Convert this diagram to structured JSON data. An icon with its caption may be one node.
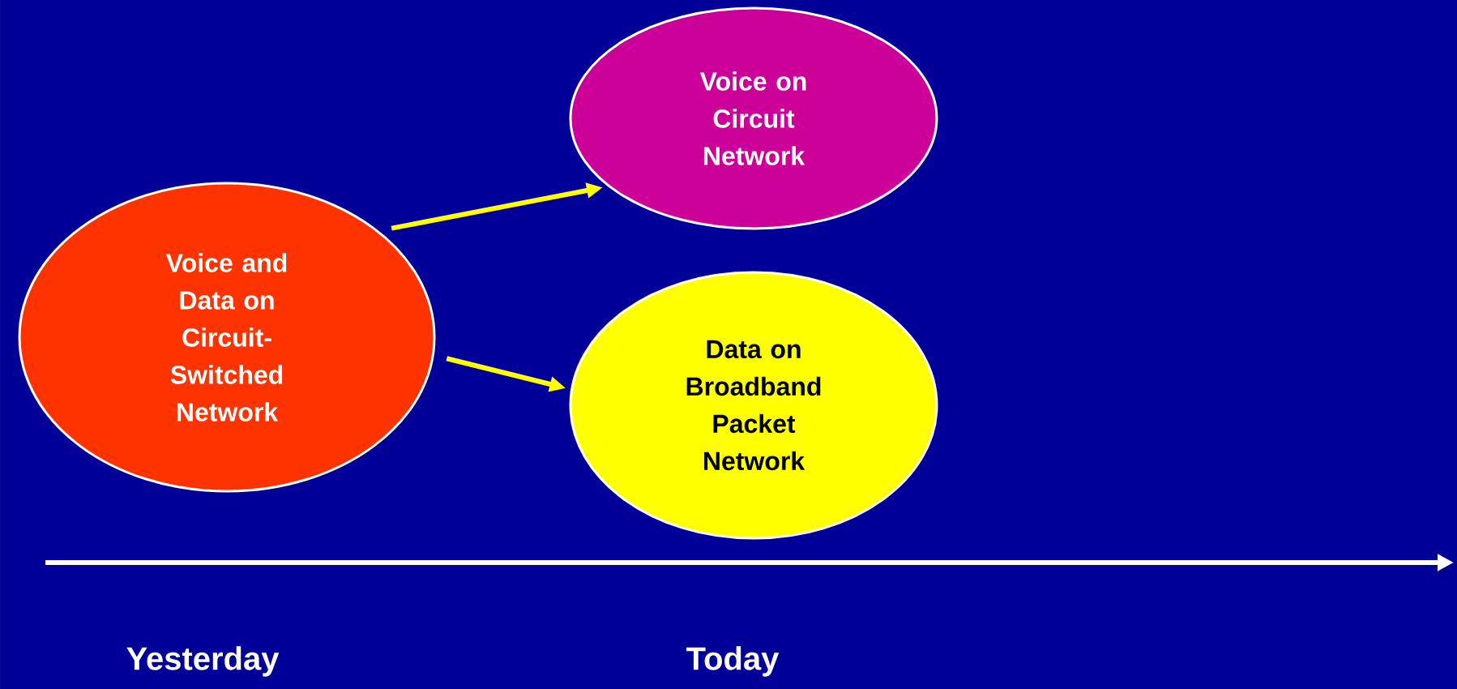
{
  "diagram": {
    "nodes": [
      {
        "text": [
          "Voice and Data on Circuit-Switched Network"
        ]
      },
      {
        "text": [
          "Voice on Circuit Network"
        ]
      },
      {
        "text": [
          "Data on Broadband Packet Network"
        ]
      }
    ],
    "edges": [
      {
        "from": 0,
        "to": 1,
        "arrow": "to"
      },
      {
        "from": 0,
        "to": 2,
        "arrow": "to"
      }
    ],
    "labels": [
      "Yesterday",
      "Today"
    ]
  }
}
